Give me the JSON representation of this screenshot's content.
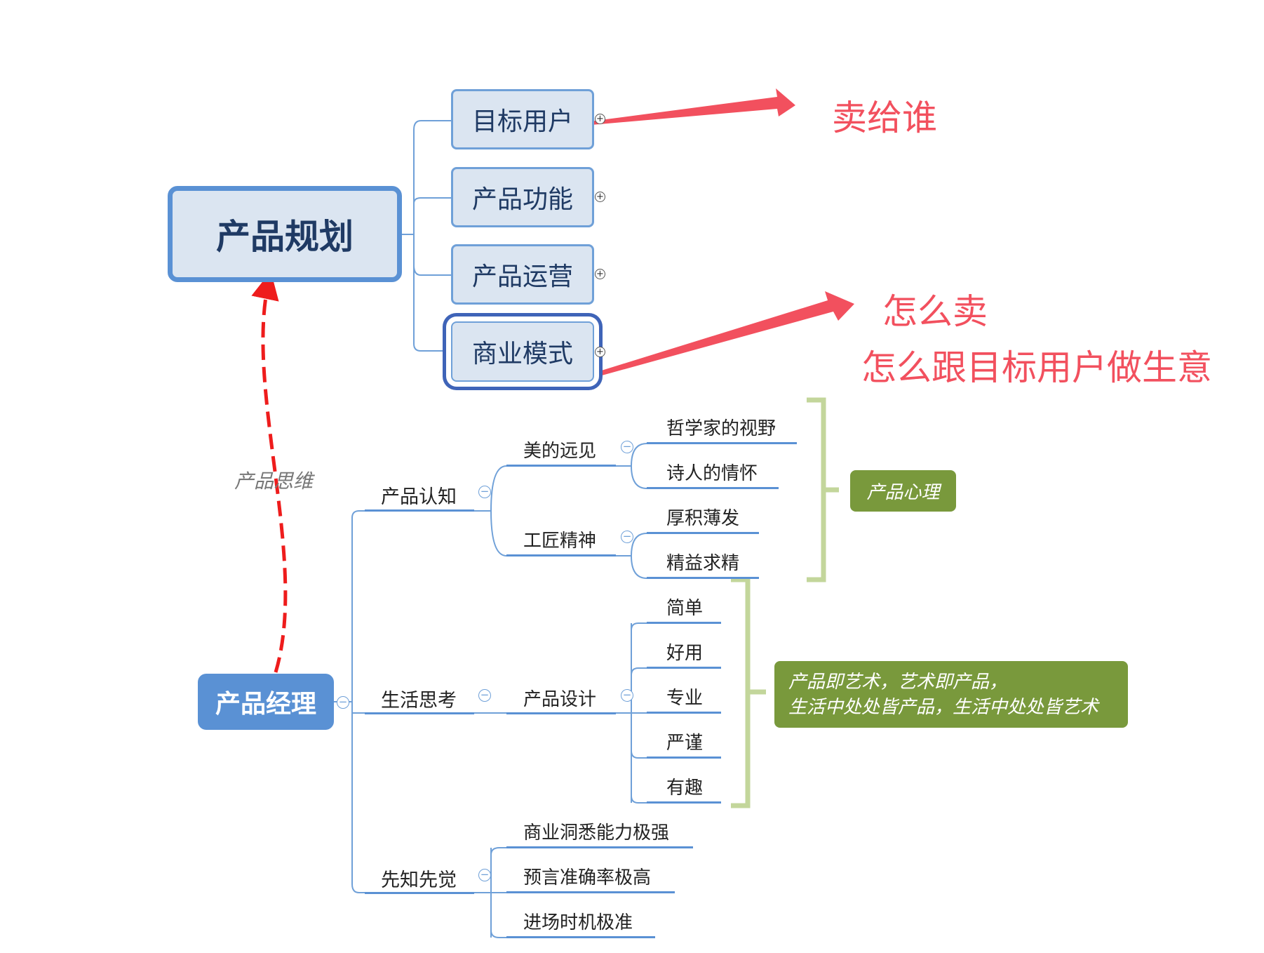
{
  "plan": {
    "root": "产品规划",
    "children": [
      "目标用户",
      "产品功能",
      "产品运营",
      "商业模式"
    ],
    "note_who": "卖给谁",
    "note_how": "怎么卖",
    "note_how_detail": "怎么跟目标用户做生意"
  },
  "manager": {
    "root": "产品经理",
    "thinking_label": "产品思维",
    "branches": {
      "cognition": {
        "label": "产品认知",
        "vision": {
          "label": "美的远见",
          "items": [
            "哲学家的视野",
            "诗人的情怀"
          ]
        },
        "craft": {
          "label": "工匠精神",
          "items": [
            "厚积薄发",
            "精益求精"
          ]
        }
      },
      "life": {
        "label": "生活思考",
        "design": {
          "label": "产品设计",
          "items": [
            "简单",
            "好用",
            "专业",
            "严谨",
            "有趣"
          ]
        }
      },
      "foresight": {
        "label": "先知先觉",
        "items": [
          "商业洞悉能力极强",
          "预言准确率极高",
          "进场时机极准"
        ]
      }
    },
    "psychology_note": "产品心理",
    "art_note_line1": "产品即艺术，艺术即产品，",
    "art_note_line2": "生活中处处皆产品，生活中处处皆艺术"
  },
  "colors": {
    "node_fill": "#dbe5f1",
    "node_border": "#5a91d4",
    "root_text": "#1f3a64",
    "arrow_red": "#f2505e",
    "dashed_red": "#ee1c1c",
    "bracket_green": "#c3d69b",
    "note_green": "#79993c"
  }
}
